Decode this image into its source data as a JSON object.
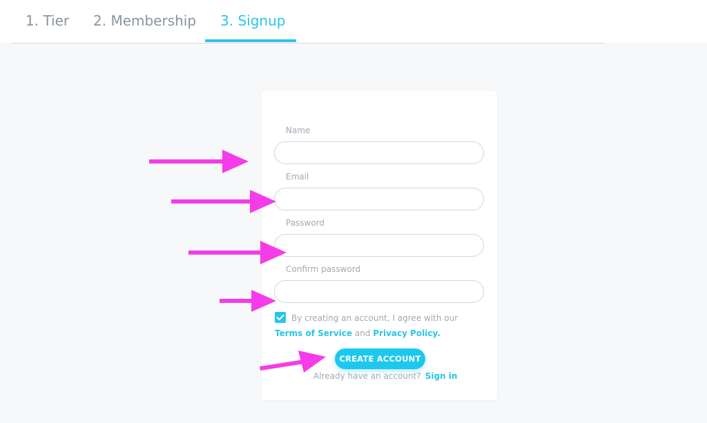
{
  "steps": [
    {
      "label": "1. Tier"
    },
    {
      "label": "2. Membership"
    },
    {
      "label": "3. Signup"
    }
  ],
  "form": {
    "name_label": "Name",
    "name_value": "",
    "email_label": "Email",
    "email_value": "",
    "password_label": "Password",
    "password_value": "",
    "confirm_label": "Confirm password",
    "confirm_value": "",
    "agree_text": "By creating an account, I agree with our",
    "terms_link": "Terms of Service",
    "and_text": "and",
    "privacy_link": "Privacy Policy.",
    "agree_checked": true,
    "submit_label": "CREATE ACCOUNT",
    "already_text": "Already have an account?",
    "signin_link": "Sign in"
  },
  "colors": {
    "accent": "#27c6e9",
    "annotation_arrow": "#f53ce8",
    "background": "#f7f8fa"
  }
}
